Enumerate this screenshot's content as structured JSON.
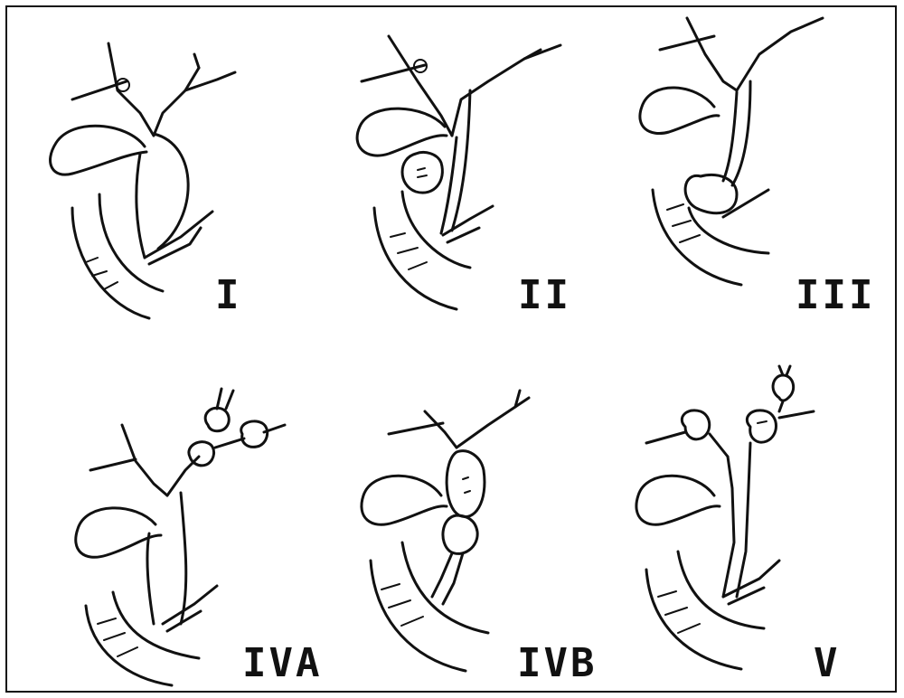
{
  "panels": [
    {
      "id": "type-I",
      "label": "I"
    },
    {
      "id": "type-II",
      "label": "II"
    },
    {
      "id": "type-III",
      "label": "III"
    },
    {
      "id": "type-IVA",
      "label": "IVA"
    },
    {
      "id": "type-IVB",
      "label": "IVB"
    },
    {
      "id": "type-V",
      "label": "V"
    }
  ],
  "colors": {
    "ink": "#111111",
    "background": "#ffffff"
  }
}
